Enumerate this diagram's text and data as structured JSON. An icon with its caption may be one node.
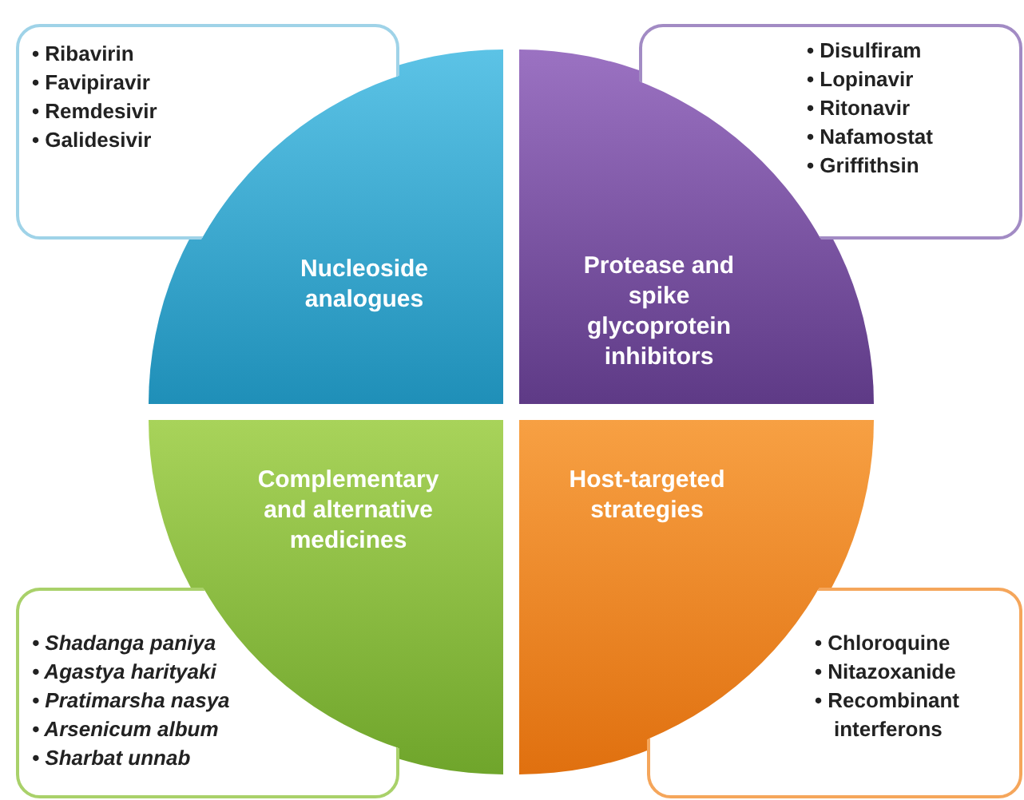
{
  "diagram": {
    "nodes": [
      {
        "text": [
          "• Ribavirin",
          "• Favipiravir",
          "• Remdesivir",
          "• Galidesivir"
        ]
      },
      {
        "text": [
          "• Disulfiram",
          "• Lopinavir",
          "• Ritonavir",
          "• Nafamostat",
          "• Griffithsin"
        ]
      },
      {
        "text": [
          "Nucleoside analogues"
        ]
      },
      {
        "text": [
          "Protease and spike glycoprotein inhibitors"
        ]
      },
      {
        "text": [
          "Complementary and alternative medicines"
        ]
      },
      {
        "text": [
          "Host-targeted strategies"
        ]
      },
      {
        "text": [
          "• Shadanga paniya",
          "• Agastya harityaki",
          "• Pratimarsha nasya",
          "• Arsenicum album",
          "• Sharbat unnab"
        ]
      },
      {
        "text": [
          "• Chloroquine",
          "• Nitazoxanide",
          "• Recombinant interferons"
        ]
      }
    ]
  }
}
